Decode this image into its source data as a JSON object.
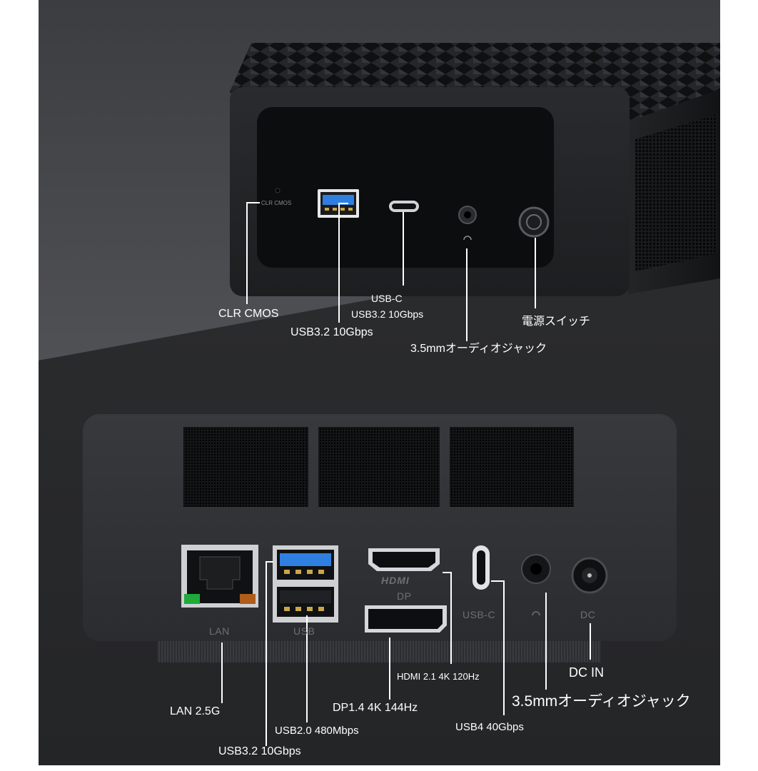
{
  "front_panel": {
    "engraved_clr_cmos": "CLR CMOS",
    "labels": {
      "clr_cmos": "CLR CMOS",
      "usb32_line1": "USB3.2 10Gbps",
      "usbc_line1": "USB-C",
      "usbc_line2": "USB3.2 10Gbps",
      "audio_jack": "3.5mmオーディオジャック",
      "power_switch": "電源スイッチ"
    }
  },
  "rear_panel": {
    "engraved": {
      "lan": "LAN",
      "usb": "USB",
      "hdmi": "HDMI",
      "dp": "DP",
      "usbc": "USB-C",
      "dc": "DC"
    },
    "labels": {
      "lan": "LAN 2.5G",
      "usb32": "USB3.2 10Gbps",
      "usb20": "USB2.0 480Mbps",
      "dp": "DP1.4 4K 144Hz",
      "hdmi": "HDMI 2.1 4K 120Hz",
      "usb4": "USB4  40Gbps",
      "audio_jack": "3.5mmオーディオジャック",
      "dc_in": "DC IN"
    }
  },
  "colors": {
    "usb3_blue": "#2f7fe0",
    "background_top": "#4b4c50",
    "background_bottom": "#2a2b2d",
    "chassis": "#1c1d1f"
  }
}
